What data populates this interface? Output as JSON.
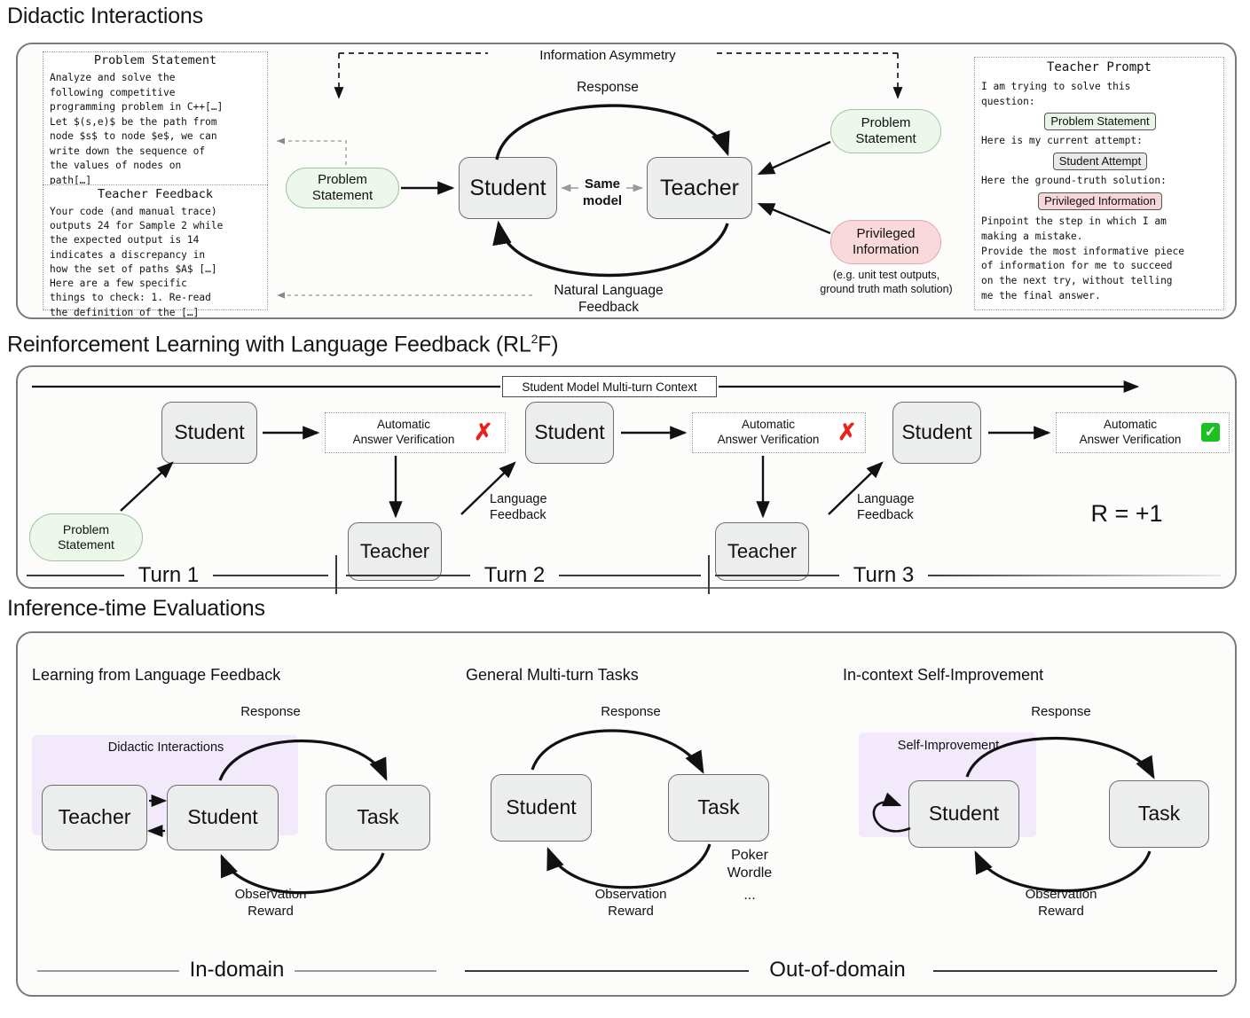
{
  "sections": {
    "s1_title": "Didactic Interactions",
    "s2_title_pre": "Reinforcement Learning with Language Feedback (RL",
    "s2_title_sup": "2",
    "s2_title_post": "F)",
    "s3_title": "Inference-time Evaluations"
  },
  "didactic": {
    "problem_statement_box": {
      "title": "Problem Statement",
      "body": "Analyze and solve the\nfollowing competitive\nprogramming problem in C++[…]\nLet $(s,e)$ be the path from\nnode $s$ to node $e$, we can\nwrite down the sequence of\nthe values of nodes on\npath[…]"
    },
    "teacher_feedback_box": {
      "title": "Teacher Feedback",
      "body": "Your code (and manual trace)\noutputs 24 for Sample 2 while\nthe expected output is 14\nindicates a discrepancy in\nhow the set of paths $A$ […]\nHere are a few specific\nthings to check: 1. Re-read\nthe definition of the […]"
    },
    "teacher_prompt_box": {
      "title": "Teacher Prompt",
      "line1": "I am trying to solve this",
      "line2": "question:",
      "tag1": "Problem Statement",
      "line3": "Here is my current attempt:",
      "tag2": "Student Attempt",
      "line4": "Here the ground-truth solution:",
      "tag3": "Privileged Information",
      "line5": "Pinpoint the step in which I am",
      "line6": "making a mistake.",
      "line7": "Provide the most informative piece",
      "line8": "of information for me to succeed",
      "line9": "on the next try, without telling",
      "line10": "me the final answer."
    },
    "info_asymmetry": "Information Asymmetry",
    "problem_statement_pill": "Problem\nStatement",
    "student": "Student",
    "teacher": "Teacher",
    "same_model": "Same\nmodel",
    "response": "Response",
    "nl_feedback": "Natural Language\nFeedback",
    "ps_pill_right": "Problem\nStatement",
    "priv_pill": "Privileged\nInformation",
    "priv_caption": "(e.g. unit test outputs,\nground truth math solution)"
  },
  "rl2f": {
    "context_banner": "Student Model Multi-turn Context",
    "problem_statement_pill": "Problem\nStatement",
    "student": "Student",
    "teacher": "Teacher",
    "verification": "Automatic\nAnswer Verification",
    "language_feedback": "Language\nFeedback",
    "reward": "R = +1",
    "turn1": "Turn 1",
    "turn2": "Turn 2",
    "turn3": "Turn 3",
    "x_icon": "✗",
    "check_icon": "✓"
  },
  "inference": {
    "panel1_title": "Learning from Language Feedback",
    "panel2_title": "General Multi-turn Tasks",
    "panel3_title": "In-context Self-Improvement",
    "didactic_hl": "Didactic Interactions",
    "selfimp_hl": "Self-Improvement",
    "teacher": "Teacher",
    "student": "Student",
    "task": "Task",
    "response": "Response",
    "observation_reward": "Observation\nReward",
    "tasks_list": "Poker\nWordle",
    "tasks_ellipsis": "...",
    "in_domain": "In-domain",
    "out_domain": "Out-of-domain"
  },
  "colors": {
    "green_fill": "#edf7ec",
    "pink_fill": "#f9d9dc",
    "node_fill": "#eceded",
    "highlight": "#f2eafb",
    "x_red": "#e8231f",
    "check_green": "#19c21e"
  }
}
